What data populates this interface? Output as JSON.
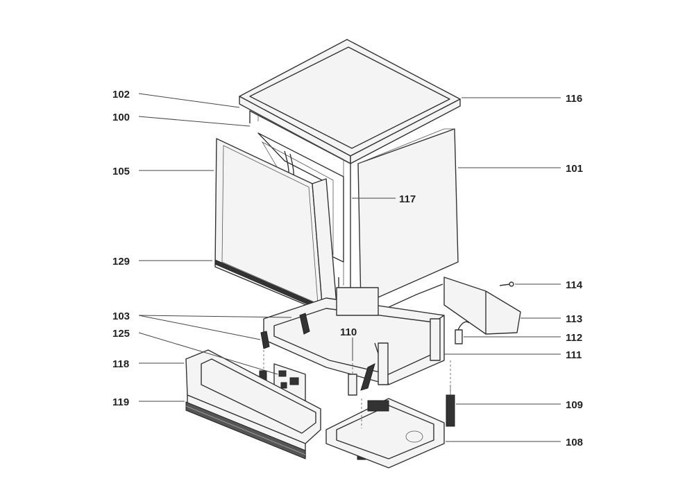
{
  "labels": {
    "l100": "100",
    "l101": "101",
    "l102": "102",
    "l103": "103",
    "l105": "105",
    "l108": "108",
    "l109": "109",
    "l110": "110",
    "l111": "111",
    "l112": "112",
    "l113": "113",
    "l114": "114",
    "l116": "116",
    "l117": "117",
    "l118": "118",
    "l119": "119",
    "l125": "125",
    "l129": "129"
  }
}
